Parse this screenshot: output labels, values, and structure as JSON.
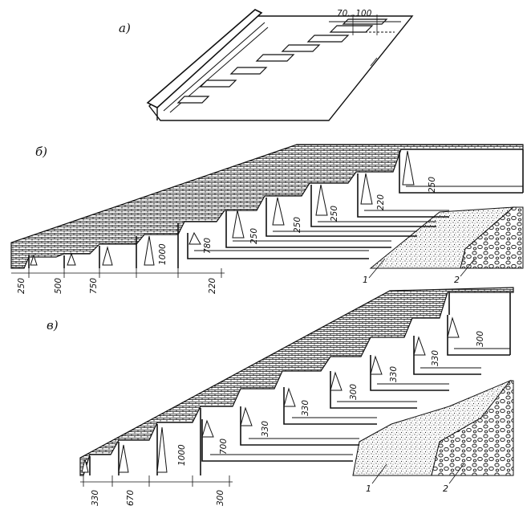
{
  "panels": {
    "a": {
      "label": "а)",
      "dimension": "70...100"
    },
    "b": {
      "label": "б)",
      "bottom_dims": [
        "250",
        "500",
        "750",
        "220"
      ],
      "step_dims": [
        "1000",
        "780",
        "250",
        "250",
        "250",
        "220",
        "250"
      ],
      "callouts": [
        "1",
        "2"
      ]
    },
    "v": {
      "label": "в)",
      "bottom_dims": [
        "330",
        "670",
        "300"
      ],
      "step_dims": [
        "1000",
        "700",
        "330",
        "330",
        "300",
        "330",
        "330",
        "300"
      ],
      "callouts": [
        "1",
        "2"
      ]
    }
  },
  "colors": {
    "ink": "#111111",
    "paper": "#ffffff"
  }
}
